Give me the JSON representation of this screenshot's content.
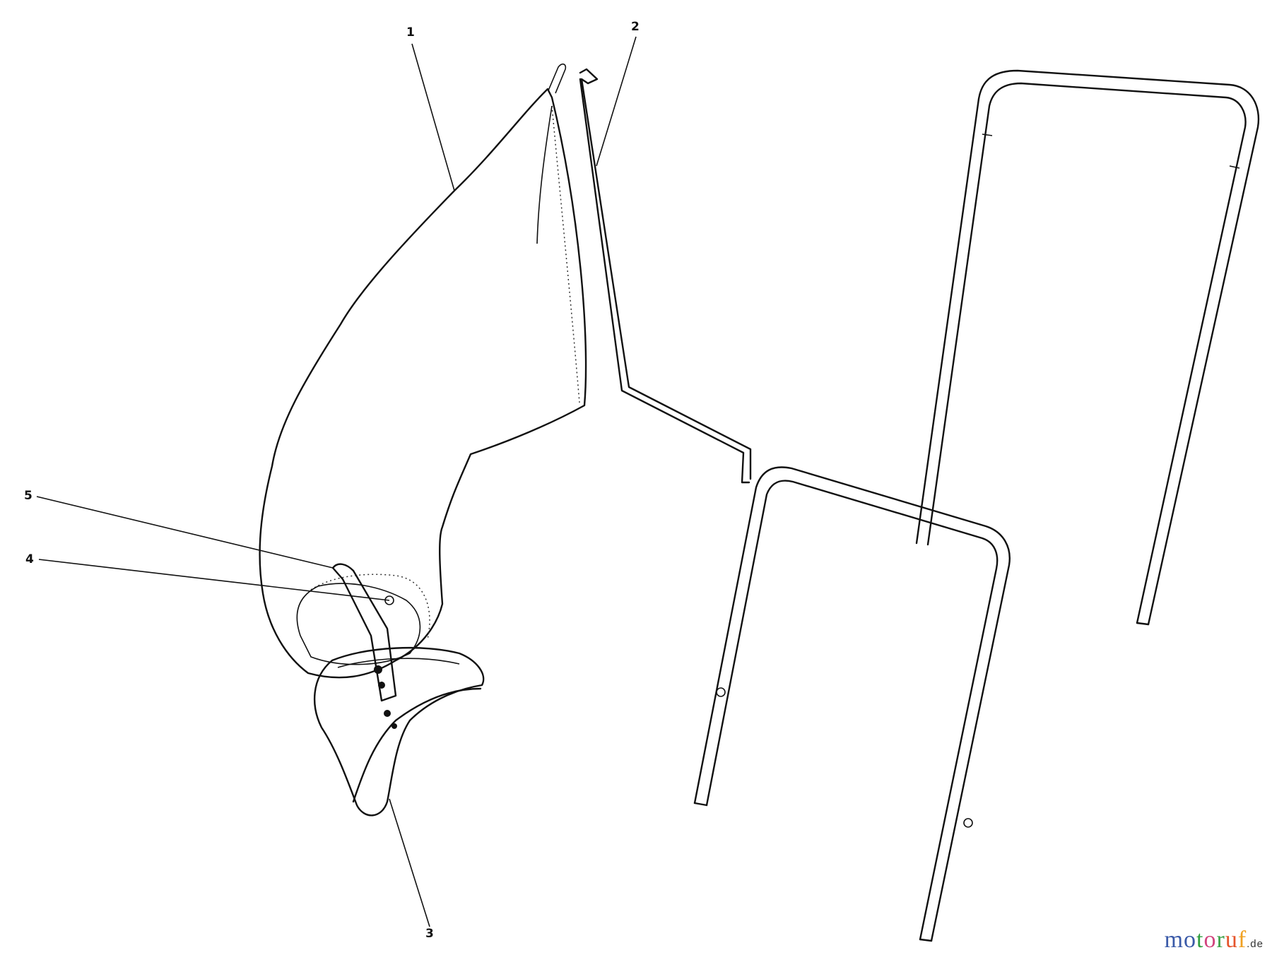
{
  "diagram": {
    "callouts": [
      {
        "label": "1",
        "part": "bag"
      },
      {
        "label": "2",
        "part": "rod"
      },
      {
        "label": "3",
        "part": "chute-adapter"
      },
      {
        "label": "4",
        "part": "pin"
      },
      {
        "label": "5",
        "part": "strap"
      }
    ]
  },
  "watermark": {
    "letters": [
      "m",
      "o",
      "t",
      "o",
      "r",
      "u",
      "f"
    ],
    "colors": [
      "#3a5aa8",
      "#3a5aa8",
      "#2f9e3f",
      "#d2447e",
      "#3fa24a",
      "#e5542b",
      "#f0a020"
    ],
    "suffix": ".de",
    "text": "motoruf.de"
  }
}
